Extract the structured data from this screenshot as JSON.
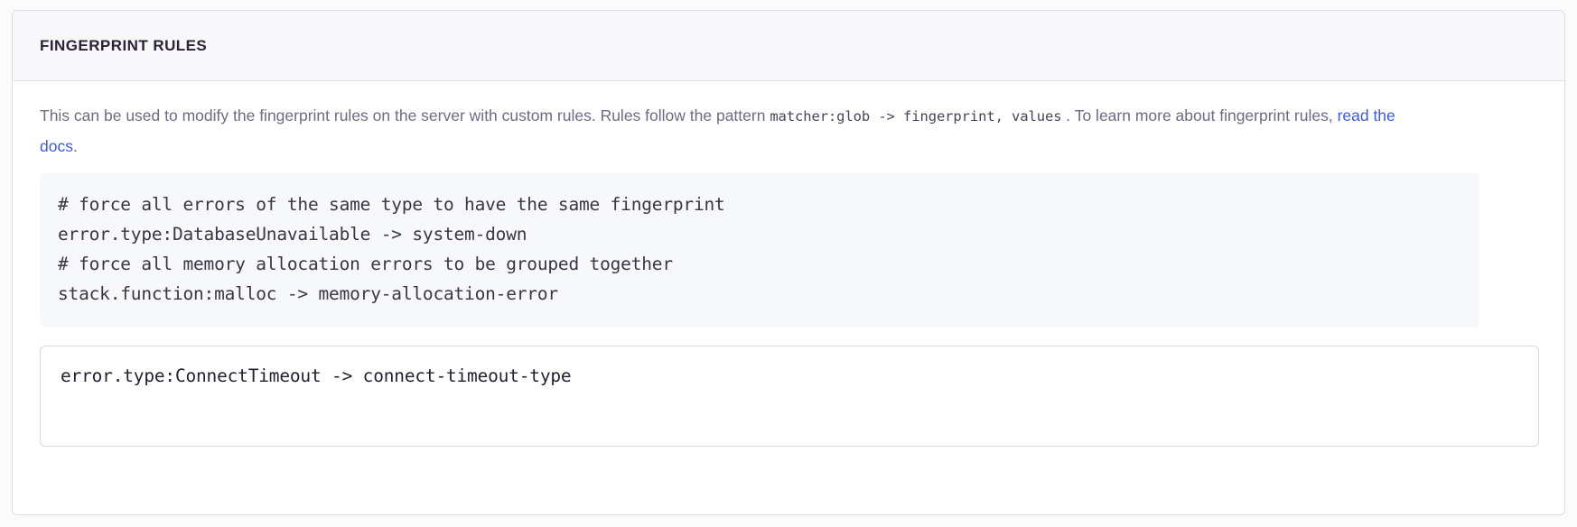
{
  "panel": {
    "title": "FINGERPRINT RULES",
    "description": {
      "part1": "This can be used to modify the fingerprint rules on the server with custom rules. Rules follow the pattern ",
      "code": "matcher:glob -> fingerprint, values",
      "part2": " . To learn more about fingerprint rules, ",
      "link_label": "read the docs",
      "part3": "."
    },
    "example_code": {
      "lines": [
        "# force all errors of the same type to have the same fingerprint",
        "error.type:DatabaseUnavailable -> system-down",
        "# force all memory allocation errors to be grouped together",
        "stack.function:malloc -> memory-allocation-error"
      ]
    },
    "rules_input": {
      "value": "error.type:ConnectTimeout -> connect-timeout-type",
      "placeholder": ""
    }
  },
  "colors": {
    "panel_border": "#dedce3",
    "header_background": "#f8f8fa",
    "title_text": "#2b2233",
    "description_text": "#706b80",
    "link": "#3c5dd7",
    "code_block_background": "#f7f8f9",
    "code_text": "#3b3545",
    "input_border": "#d9d7e0",
    "input_text": "#241f2e"
  }
}
